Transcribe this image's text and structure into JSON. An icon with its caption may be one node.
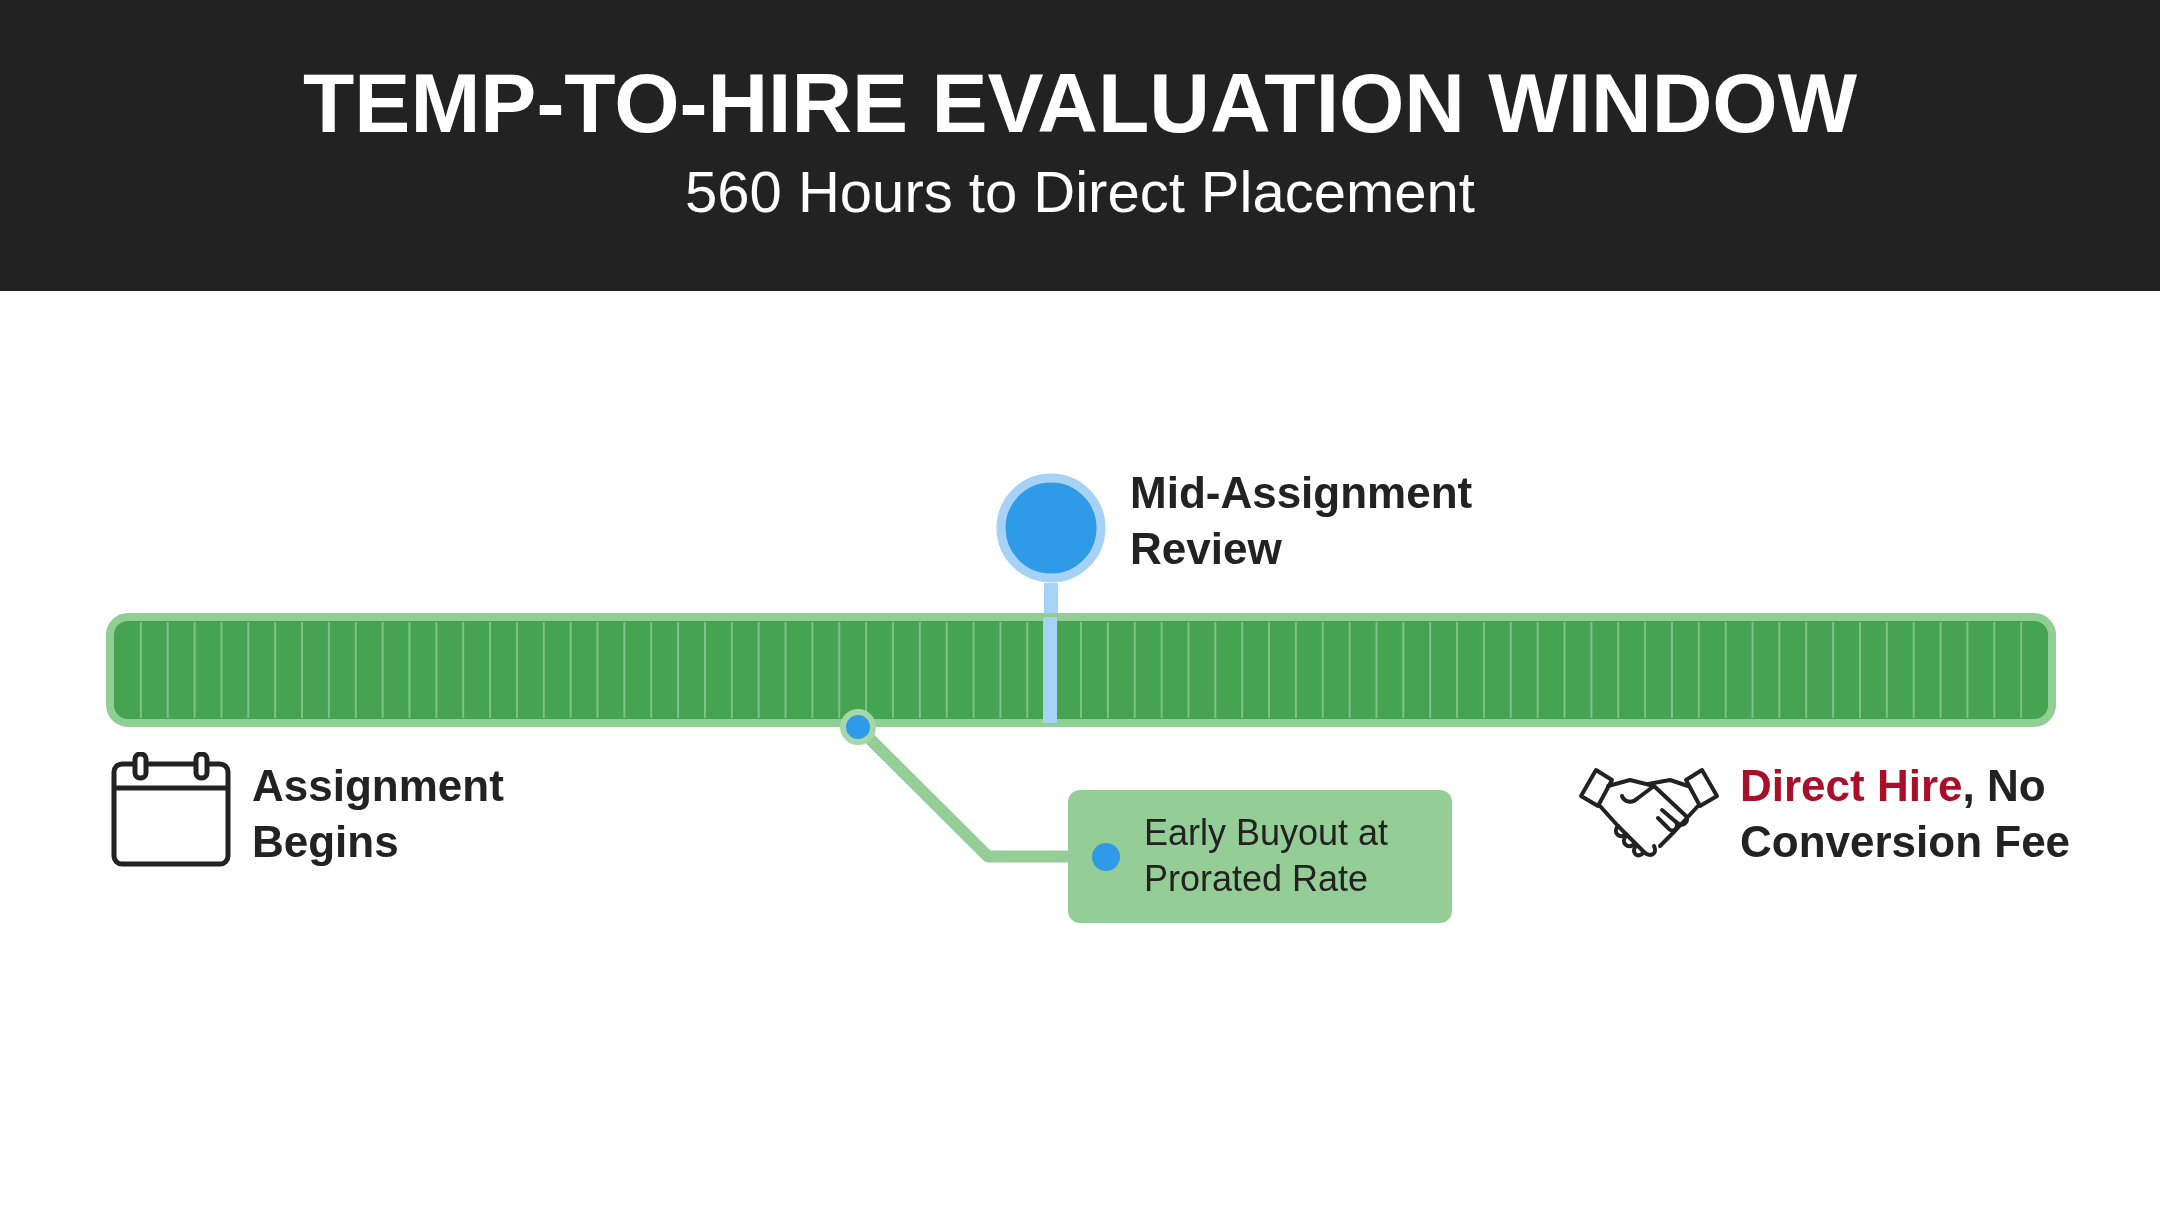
{
  "diagram": {
    "title": "TEMP-TO-HIRE EVALUATION WINDOW",
    "nodes": [
      {
        "text": [],
        "shape": "bar"
      },
      {
        "text": [],
        "shape": "circle",
        "beside": [
          "Mid-Assignment Review"
        ]
      },
      {
        "text": [
          "Early Buyout at Prorated Rate"
        ]
      }
    ],
    "edges": [
      {
        "from": 1,
        "to": 0,
        "arrow": "none",
        "color": "#a6d2f6"
      },
      {
        "from": 2,
        "to": 0,
        "arrow": "other",
        "color": "#95cd97"
      }
    ],
    "labels": [
      "560 Hours to Direct Placement",
      "Assignment Begins",
      "*Direct Hire*, No Conversion Fee"
    ]
  }
}
